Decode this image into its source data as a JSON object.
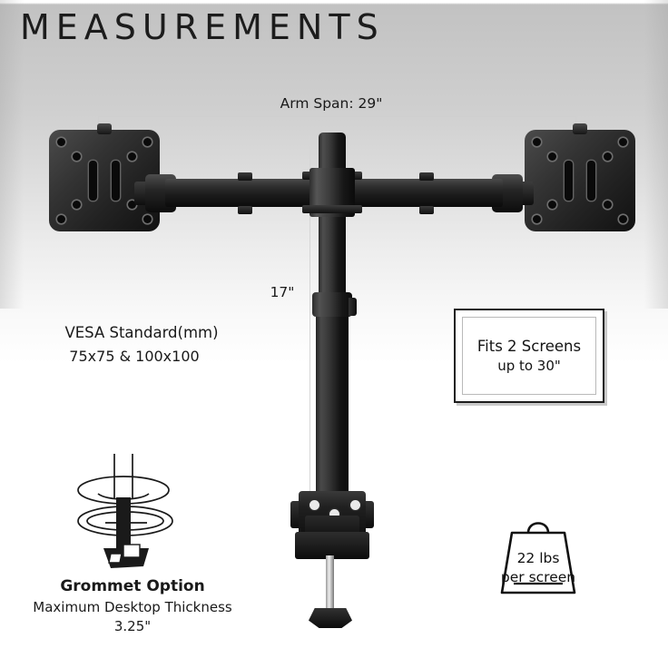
{
  "title": "MEASUREMENTS",
  "dimensions": {
    "arm_span_label": "Arm Span: 29\"",
    "height_label": "17\""
  },
  "vesa": {
    "title": "VESA Standard(mm)",
    "sizes": "75x75 & 100x100"
  },
  "screens_box": {
    "line1": "Fits 2 Screens",
    "line2": "up to 30\""
  },
  "weight_tag": {
    "line1": "22 lbs",
    "line2": "per screen"
  },
  "grommet": {
    "title": "Grommet Option",
    "line1": "Maximum Desktop Thickness",
    "line2": "3.25\""
  },
  "colors": {
    "text": "#1a1a1a",
    "hardware": "#1b1b1b",
    "dimension_line": "#cfcfcf",
    "box_border": "#1d1d1d",
    "background_top": "#c2c2c2",
    "background_bottom": "#ffffff"
  }
}
